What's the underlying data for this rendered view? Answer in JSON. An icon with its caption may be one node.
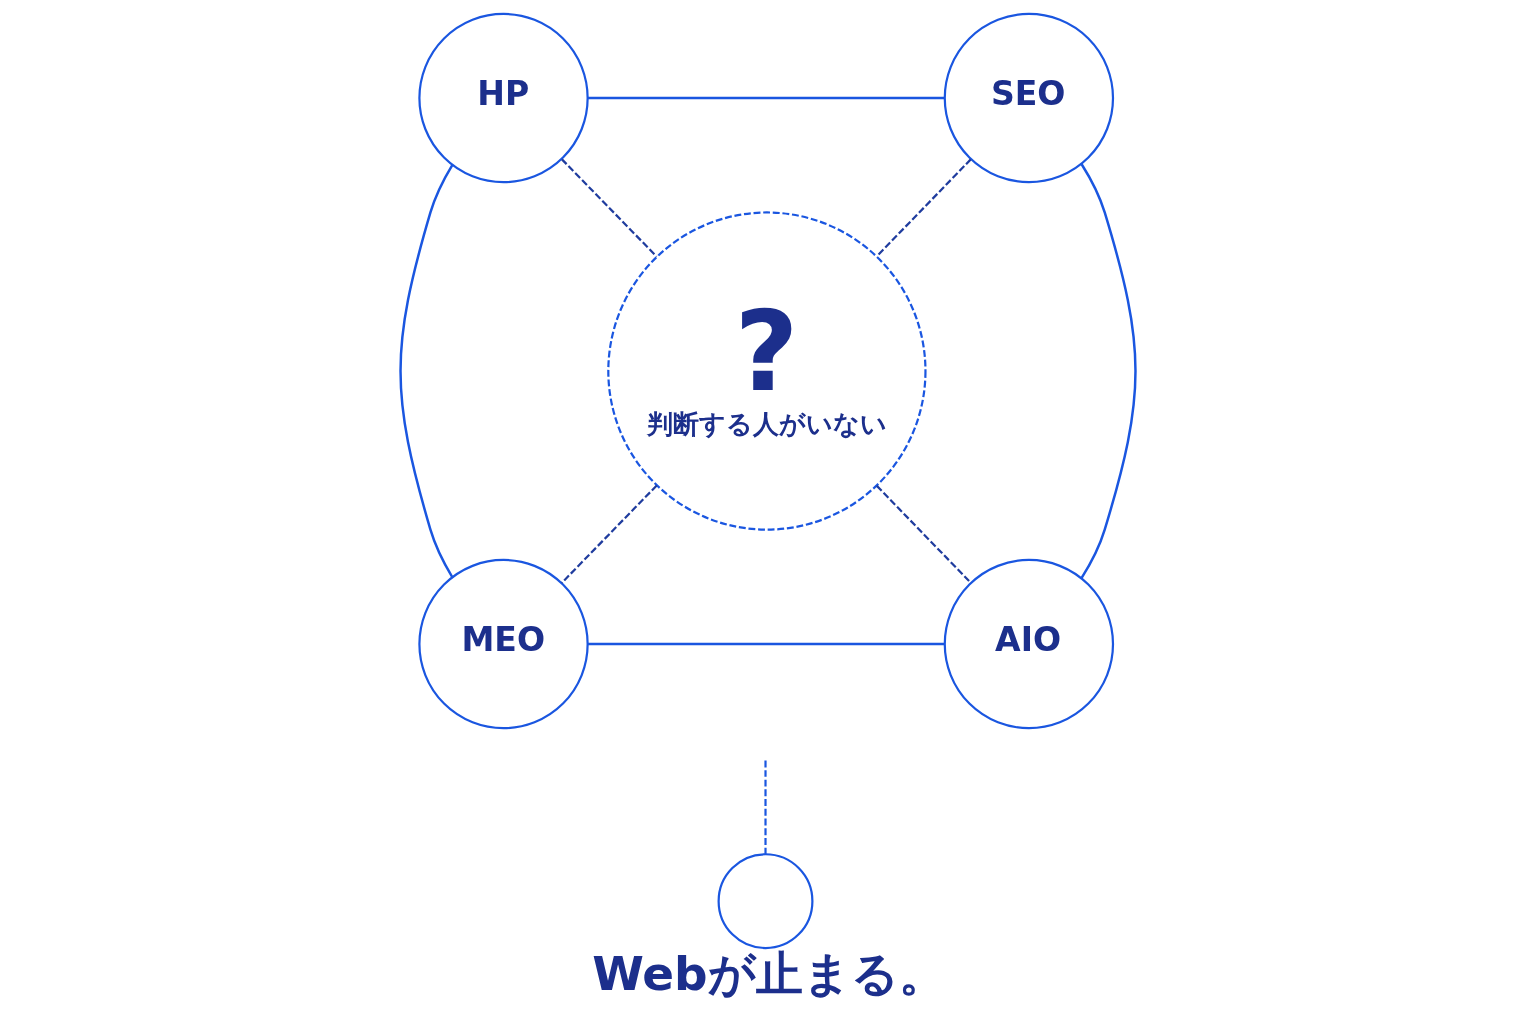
{
  "diagram": {
    "caption": "Webが止まる。",
    "nodes": [
      {
        "text": [
          "HP"
        ]
      },
      {
        "text": [
          "SEO"
        ]
      },
      {
        "text": [
          "?",
          "判断する人がいない"
        ]
      },
      {
        "text": [
          "MEO"
        ]
      },
      {
        "text": [
          "AIO"
        ]
      },
      {
        "text": [],
        "shape": "circle"
      }
    ],
    "edges": [
      {
        "from": 0,
        "to": 1,
        "arrow": "none"
      },
      {
        "from": 1,
        "to": 4,
        "arrow": "none"
      },
      {
        "from": 3,
        "to": 4,
        "arrow": "none"
      },
      {
        "from": 0,
        "to": 3,
        "arrow": "none"
      },
      {
        "from": 0,
        "to": 2,
        "arrow": "none",
        "style": "dashed",
        "color": "#1f3c9e"
      },
      {
        "from": 1,
        "to": 2,
        "arrow": "none",
        "style": "dashed",
        "color": "#1f3c9e"
      },
      {
        "from": 2,
        "to": 3,
        "arrow": "none",
        "style": "dashed",
        "color": "#1f3c9e"
      },
      {
        "from": 2,
        "to": 4,
        "arrow": "none",
        "style": "dashed",
        "color": "#1f3c9e"
      },
      {
        "from": null,
        "to": 5,
        "arrow": "none",
        "style": "dashed"
      }
    ]
  }
}
